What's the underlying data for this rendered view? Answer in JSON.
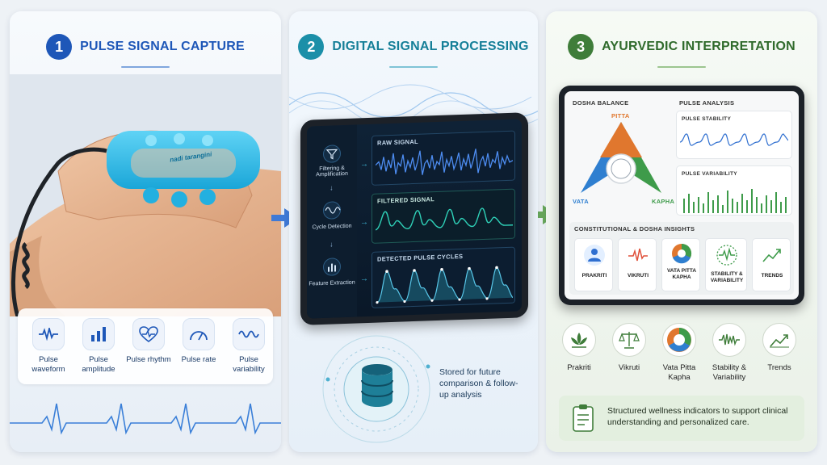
{
  "colors": {
    "blue": "#1e57b8",
    "teal": "#1b8fa8",
    "green": "#3f7d3a",
    "pitta": "#e0772e",
    "vata": "#2f7fd0",
    "kapha": "#3e9b4a"
  },
  "panel1": {
    "number": "1",
    "title": "PULSE SIGNAL CAPTURE",
    "device_brand": "nadi tarangini",
    "features": [
      {
        "icon": "pulse-waveform-icon",
        "label": "Pulse waveform"
      },
      {
        "icon": "bar-chart-icon",
        "label": "Pulse amplitude"
      },
      {
        "icon": "heart-rhythm-icon",
        "label": "Pulse rhythm"
      },
      {
        "icon": "gauge-icon",
        "label": "Pulse rate"
      },
      {
        "icon": "wave-variability-icon",
        "label": "Pulse variability"
      }
    ]
  },
  "panel2": {
    "number": "2",
    "title": "DIGITAL SIGNAL PROCESSING",
    "steps": [
      {
        "icon": "funnel-icon",
        "label": "Filtering & Amplification",
        "signal": "RAW SIGNAL"
      },
      {
        "icon": "cycle-wave-icon",
        "label": "Cycle Detection",
        "signal": "FILTERED SIGNAL"
      },
      {
        "icon": "feature-bars-icon",
        "label": "Feature Extraction",
        "signal": "DETECTED PULSE CYCLES"
      }
    ],
    "storage_text": "Stored for future comparison & follow-up analysis"
  },
  "panel3": {
    "number": "3",
    "title": "AYURVEDIC INTERPRETATION",
    "dosha_balance": {
      "title": "DOSHA BALANCE",
      "pitta": "PITTA",
      "vata": "VATA",
      "kapha": "KAPHA"
    },
    "pulse_analysis": {
      "title": "PULSE ANALYSIS",
      "stability": "PULSE STABILITY",
      "variability": "PULSE VARIABILITY"
    },
    "insights_title": "CONSTITUTIONAL & DOSHA INSIGHTS",
    "insights": [
      {
        "icon": "person-icon",
        "label": "PRAKRITI"
      },
      {
        "icon": "pulse-icon",
        "label": "VIKRUTI"
      },
      {
        "icon": "tri-dosha-icon",
        "label": "VATA PITTA KAPHA"
      },
      {
        "icon": "stability-icon",
        "label": "STABILITY & VARIABILITY"
      },
      {
        "icon": "trend-icon",
        "label": "TRENDS"
      }
    ],
    "categories": [
      {
        "icon": "lotus-icon",
        "label": "Prakriti"
      },
      {
        "icon": "scale-icon",
        "label": "Vikruti"
      },
      {
        "icon": "tri-dosha-circle-icon",
        "label": "Vata Pitta Kapha"
      },
      {
        "icon": "stability-wave-icon",
        "label": "Stability & Variability"
      },
      {
        "icon": "trend-line-icon",
        "label": "Trends"
      }
    ],
    "summary": "Structured wellness indicators to support clinical understanding and personalized care."
  }
}
